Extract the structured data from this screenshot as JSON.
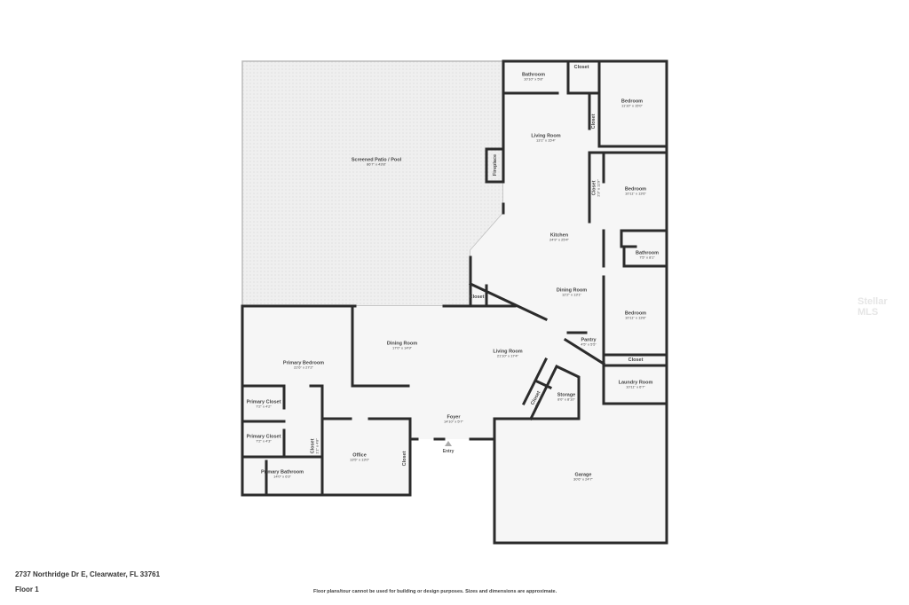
{
  "address": "2737 Northridge Dr E, Clearwater, FL 33761",
  "floor": "Floor 1",
  "disclaimer": "Floor plans/tour cannot be used for building or design purposes. Sizes and dimensions are approximate.",
  "watermark": "Stellar MLS",
  "entry_label": "Entry",
  "colors": {
    "wall": "#2b2b2b",
    "floor": "#f5f5f5",
    "patio": "#ededed"
  },
  "rooms": [
    {
      "name": "Screened Patio / Pool",
      "dims": "86'7\" x 43'8\""
    },
    {
      "name": "Bathroom",
      "dims": "10'10\" x 5'8\""
    },
    {
      "name": "Closet",
      "dims": ""
    },
    {
      "name": "Bedroom",
      "dims": "11'10\" x 15'0\""
    },
    {
      "name": "Living Room",
      "dims": "13'1\" x 15'4\""
    },
    {
      "name": "Closet",
      "dims": ""
    },
    {
      "name": "Fireplace",
      "dims": ""
    },
    {
      "name": "Closet",
      "dims": "2'3\" x 11'9\""
    },
    {
      "name": "Bedroom",
      "dims": "10'11\" x 13'6\""
    },
    {
      "name": "Kitchen",
      "dims": "24'9\" x 25'4\""
    },
    {
      "name": "Bathroom",
      "dims": "7'5\" x 8'1\""
    },
    {
      "name": "Dining Room",
      "dims": "12'2\" x 13'1\""
    },
    {
      "name": "Closet",
      "dims": ""
    },
    {
      "name": "Bedroom",
      "dims": "10'11\" x 13'8\""
    },
    {
      "name": "Pantry",
      "dims": "4'5\" x 5'5\""
    },
    {
      "name": "Dining Room",
      "dims": "17'0\" x 14'9\""
    },
    {
      "name": "Living Room",
      "dims": "21'10\" x 17'4\""
    },
    {
      "name": "Primary Bedroom",
      "dims": "22'6\" x 27'2\""
    },
    {
      "name": "Closet",
      "dims": ""
    },
    {
      "name": "Laundry Room",
      "dims": "10'11\" x 6'7\""
    },
    {
      "name": "Storage",
      "dims": "8'0\" x 8'10\""
    },
    {
      "name": "Closet",
      "dims": "2'6\" x 5'7\""
    },
    {
      "name": "Primary Closet",
      "dims": "7'2\" x 4'2\""
    },
    {
      "name": "Foyer",
      "dims": "14'10\" x 5'7\""
    },
    {
      "name": "Primary Closet",
      "dims": "7'2\" x 4'3\""
    },
    {
      "name": "Closet",
      "dims": "1'1\" x 4'8\""
    },
    {
      "name": "Office",
      "dims": "13'5\" x 13'0\""
    },
    {
      "name": "Closet",
      "dims": ""
    },
    {
      "name": "Primary Bathroom",
      "dims": "14'0\" x 6'3\""
    },
    {
      "name": "Garage",
      "dims": "30'6\" x 24'7\""
    }
  ]
}
